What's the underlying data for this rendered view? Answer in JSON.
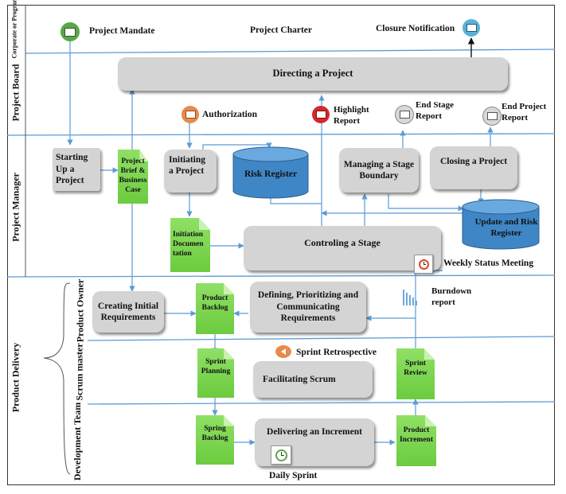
{
  "lanes": {
    "corporate": "Corporate or Programme",
    "board": "Project Board",
    "manager": "Project Manager",
    "delivery": "Product Delivery",
    "product_owner": "Product Owner",
    "scrum_master": "Scrum master",
    "dev_team": "Development Team"
  },
  "top": {
    "mandate": "Project Mandate",
    "charter": "Project Charter",
    "closure": "Closure Notification"
  },
  "board": {
    "directing": "Directing a Project",
    "authorization": "Authorization",
    "highlight": "Highlight Report",
    "end_stage": "End Stage Report",
    "end_project": "End Project Report"
  },
  "manager": {
    "starting_up": "Starting Up a Project",
    "brief": "Project Brief & Business Case",
    "initiating": "Initiating a Project",
    "risk_register": "Risk Register",
    "managing_boundary": "Managing a Stage Boundary",
    "closing": "Closing a Project",
    "update_risk": "Update and Risk Register",
    "initiation_doc": "Initiation Documen tation",
    "controlling": "Controling a Stage",
    "weekly": "Weekly Status Meeting"
  },
  "delivery": {
    "creating_req": "Creating Initial Requirements",
    "product_backlog": "Product Backlog",
    "defining_req": "Defining, Prioritizing and Communicating Requirements",
    "burndown": "Burndown report",
    "retrospective": "Sprint Retrospective",
    "sprint_planning": "Sprint Planning",
    "facilitating": "Facilitating Scrum",
    "sprint_review": "Sprint Review",
    "spring_backlog": "Spring Backlog",
    "delivering": "Delivering an Increment",
    "product_increment": "Product Increment",
    "daily_sprint": "Daily Sprint"
  },
  "colors": {
    "lane_line": "#5b9bd5",
    "box": "#d4d4d4",
    "doc_green": "#7ed957",
    "cylinder": "#3f86c6",
    "mail_green": "#5aa54a",
    "mail_red": "#d8262b",
    "mail_orange": "#e98a4a",
    "mail_gray": "#b8b8b8",
    "mail_blue": "#5ab1d8"
  }
}
